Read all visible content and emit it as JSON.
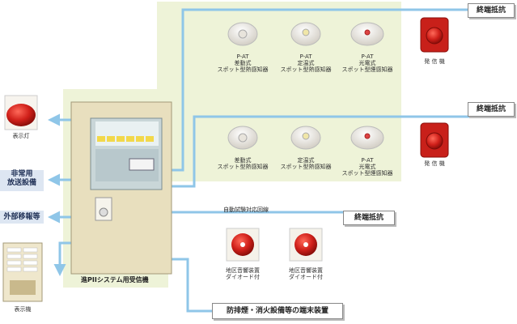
{
  "colors": {
    "line": "#8fc6e8",
    "panel_bg": "#eef3d8",
    "side_box_bg": "#dde6f2"
  },
  "terminal_resistor_top": "終端抵抗",
  "terminal_resistor_mid": "終端抵抗",
  "terminal_resistor_low": "終端抵抗",
  "circuit_label": "自動試験対応回線",
  "receiver_title": "進PIIシステム用受信機",
  "smoke_control_box": "防排煙・消火設備等の端末装置",
  "left": {
    "indicator_light": "表示灯",
    "emergency_broadcast": [
      "非常用",
      "放送設備"
    ],
    "external_transfer": "外部移報等",
    "display_unit": "表示機"
  },
  "row1": [
    {
      "lines": [
        "P-AT",
        "差動式",
        "スポット型熱感知器"
      ]
    },
    {
      "lines": [
        "P-AT",
        "定温式",
        "スポット型熱感知器"
      ]
    },
    {
      "lines": [
        "P-AT",
        "光電式",
        "スポット型煙感知器"
      ]
    },
    {
      "lines": [
        "発 信 機"
      ]
    }
  ],
  "row2": [
    {
      "lines": [
        "差動式",
        "スポット型熱感知器"
      ]
    },
    {
      "lines": [
        "定温式",
        "スポット型熱感知器"
      ]
    },
    {
      "lines": [
        "P-AT",
        "光電式",
        "スポット型煙感知器"
      ]
    },
    {
      "lines": [
        "発 信 機"
      ]
    }
  ],
  "row3": [
    {
      "lines": [
        "地区音響装置",
        "ダイオード付"
      ]
    },
    {
      "lines": [
        "地区音響装置",
        "ダイオード付"
      ]
    }
  ]
}
